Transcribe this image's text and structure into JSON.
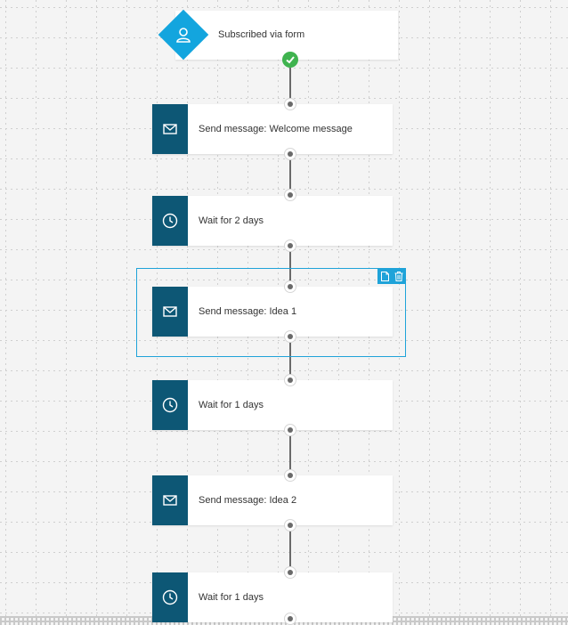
{
  "trigger": {
    "label": "Subscribed via form",
    "icon": "user-icon",
    "color": "#13a5de"
  },
  "steps": [
    {
      "type": "message",
      "label": "Send message: Welcome message",
      "icon": "envelope-icon"
    },
    {
      "type": "wait",
      "label": "Wait for 2 days",
      "icon": "clock-icon"
    },
    {
      "type": "message",
      "label": "Send message: Idea 1",
      "icon": "envelope-icon",
      "selected": true
    },
    {
      "type": "wait",
      "label": "Wait for 1 days",
      "icon": "clock-icon"
    },
    {
      "type": "message",
      "label": "Send message: Idea 2",
      "icon": "envelope-icon"
    },
    {
      "type": "wait",
      "label": "Wait for 1 days",
      "icon": "clock-icon"
    }
  ],
  "selection_tools": [
    {
      "name": "duplicate",
      "icon": "copy-icon"
    },
    {
      "name": "delete",
      "icon": "trash-icon"
    }
  ],
  "colors": {
    "node_icon_bg": "#0d5775",
    "selection": "#1fa3d9",
    "success": "#3fb34f",
    "connector": "#6a6a6a"
  }
}
